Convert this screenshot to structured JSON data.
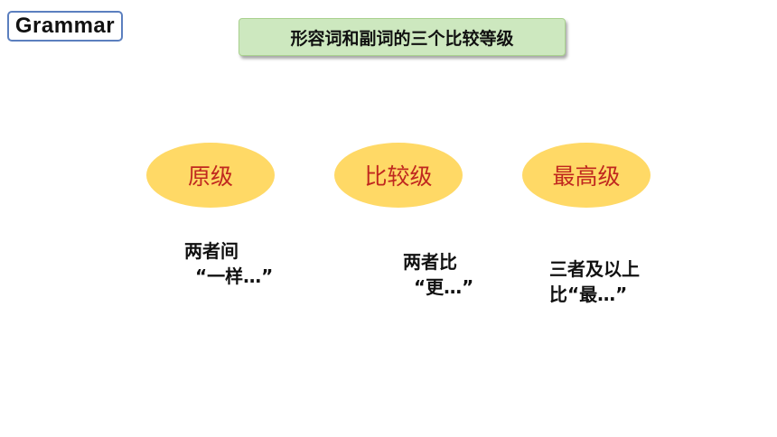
{
  "badge": {
    "label": "Grammar"
  },
  "title": "形容词和副词的三个比较等级",
  "degrees": [
    {
      "label": "原级",
      "lines": [
        "两者间",
        "“一样…”"
      ]
    },
    {
      "label": "比较级",
      "lines": [
        "两者比",
        "“更…”"
      ]
    },
    {
      "label": "最高级",
      "lines": [
        "三者及以上",
        "比“最…”"
      ]
    }
  ],
  "colors": {
    "oval_fill": "#ffd966",
    "oval_text": "#c0281f",
    "title_fill": "#cde8bf",
    "badge_border": "#5b7fbf"
  }
}
